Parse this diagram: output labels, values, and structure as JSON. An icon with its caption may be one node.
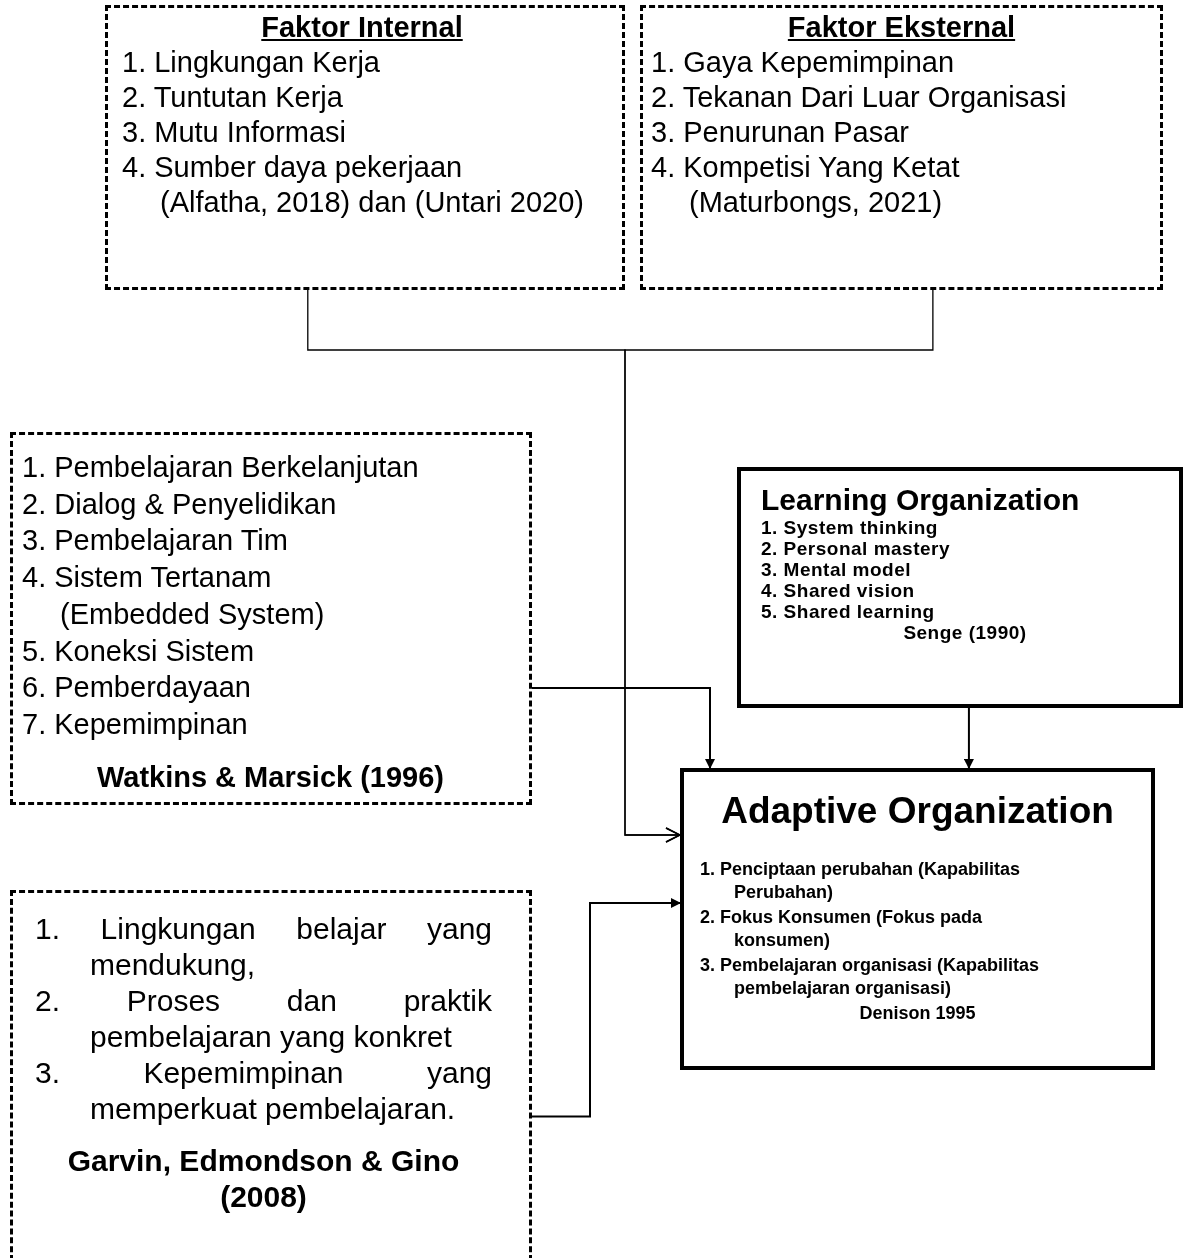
{
  "diagram": {
    "nodes": [
      {
        "text": [
          "Faktor Internal",
          "1. Lingkungan Kerja",
          "2. Tuntutan Kerja",
          "3. Mutu Informasi",
          "4. Sumber daya pekerjaan",
          "(Alfatha, 2018) dan (Untari 2020)"
        ]
      },
      {
        "text": [
          "Faktor Eksternal",
          "1. Gaya Kepemimpinan",
          "2. Tekanan Dari Luar Organisasi",
          "3. Penurunan Pasar",
          "4. Kompetisi Yang Ketat",
          "(Maturbongs, 2021)"
        ]
      },
      {
        "text": [
          "1. Pembelajaran Berkelanjutan",
          "2. Dialog & Penyelidikan",
          "3. Pembelajaran Tim",
          "4. Sistem Tertanam",
          "(Embedded System)",
          "5. Koneksi Sistem",
          "6. Pemberdayaan",
          "7. Kepemimpinan",
          "Watkins & Marsick (1996)"
        ]
      },
      {
        "text": [
          "Learning Organization",
          "1. System thinking",
          "2. Personal mastery",
          "3. Mental model",
          "4. Shared vision",
          "5. Shared learning",
          "Senge (1990)"
        ]
      },
      {
        "text": [
          "Adaptive Organization",
          "1. Penciptaan perubahan (Kapabilitas Perubahan)",
          "2. Fokus Konsumen (Fokus pada konsumen)",
          "3. Pembelajaran organisasi (Kapabilitas pembelajaran organisasi)",
          "Denison 1995"
        ]
      },
      {
        "text": [
          "1. Lingkungan belajar yang mendukung,",
          "2. Proses dan praktik pembelajaran yang konkret",
          "3. Kepemimpinan yang memperkuat pembelajaran.",
          "Garvin, Edmondson & Gino (2008)"
        ]
      }
    ],
    "edges": [
      {
        "from": 0,
        "to": 4,
        "arrow": "to"
      },
      {
        "from": 1,
        "to": 4,
        "arrow": "to"
      },
      {
        "from": 2,
        "to": 4,
        "arrow": "to"
      },
      {
        "from": 3,
        "to": 4,
        "arrow": "to"
      },
      {
        "from": 5,
        "to": 4,
        "arrow": "to"
      }
    ]
  }
}
